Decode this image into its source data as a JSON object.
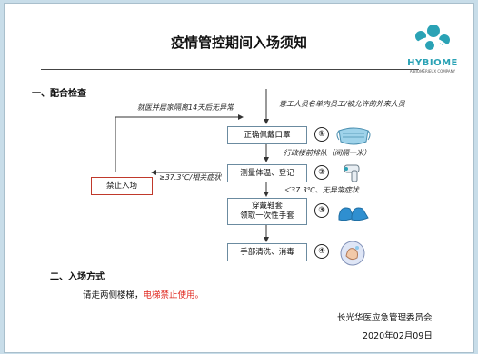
{
  "doc": {
    "title": "疫情管控期间入场须知",
    "logo": {
      "name": "HYBIOME",
      "sub": "A BIOMÉRIEUX COMPANY"
    },
    "section1": "一、配合检查",
    "section2": "二、入场方式",
    "notes": {
      "left_top": "就医并居家隔离14天后无异常",
      "right_top": "意工人员名单内员工/被允许的外来人员",
      "queue": "行政楼前排队（间隔一米）",
      "fever": "≥37.3℃/相关症状",
      "normal": "＜37.3℃、无异常症状"
    },
    "steps": [
      {
        "num": "①",
        "label": "正确佩戴口罩"
      },
      {
        "num": "②",
        "label": "测量体温、登记"
      },
      {
        "num": "③",
        "label": "穿戴鞋套",
        "label2": "领取一次性手套"
      },
      {
        "num": "④",
        "label": "手部清洗、消毒"
      }
    ],
    "stop_box": "禁止入场",
    "entry": {
      "prefix": "请走两侧楼梯，",
      "red": "电梯禁止使用。"
    },
    "signature": "长光华医应急管理委员会",
    "date": "2020年02月09日"
  },
  "colors": {
    "accent": "#2aa2b5",
    "warning": "#e0281f"
  }
}
